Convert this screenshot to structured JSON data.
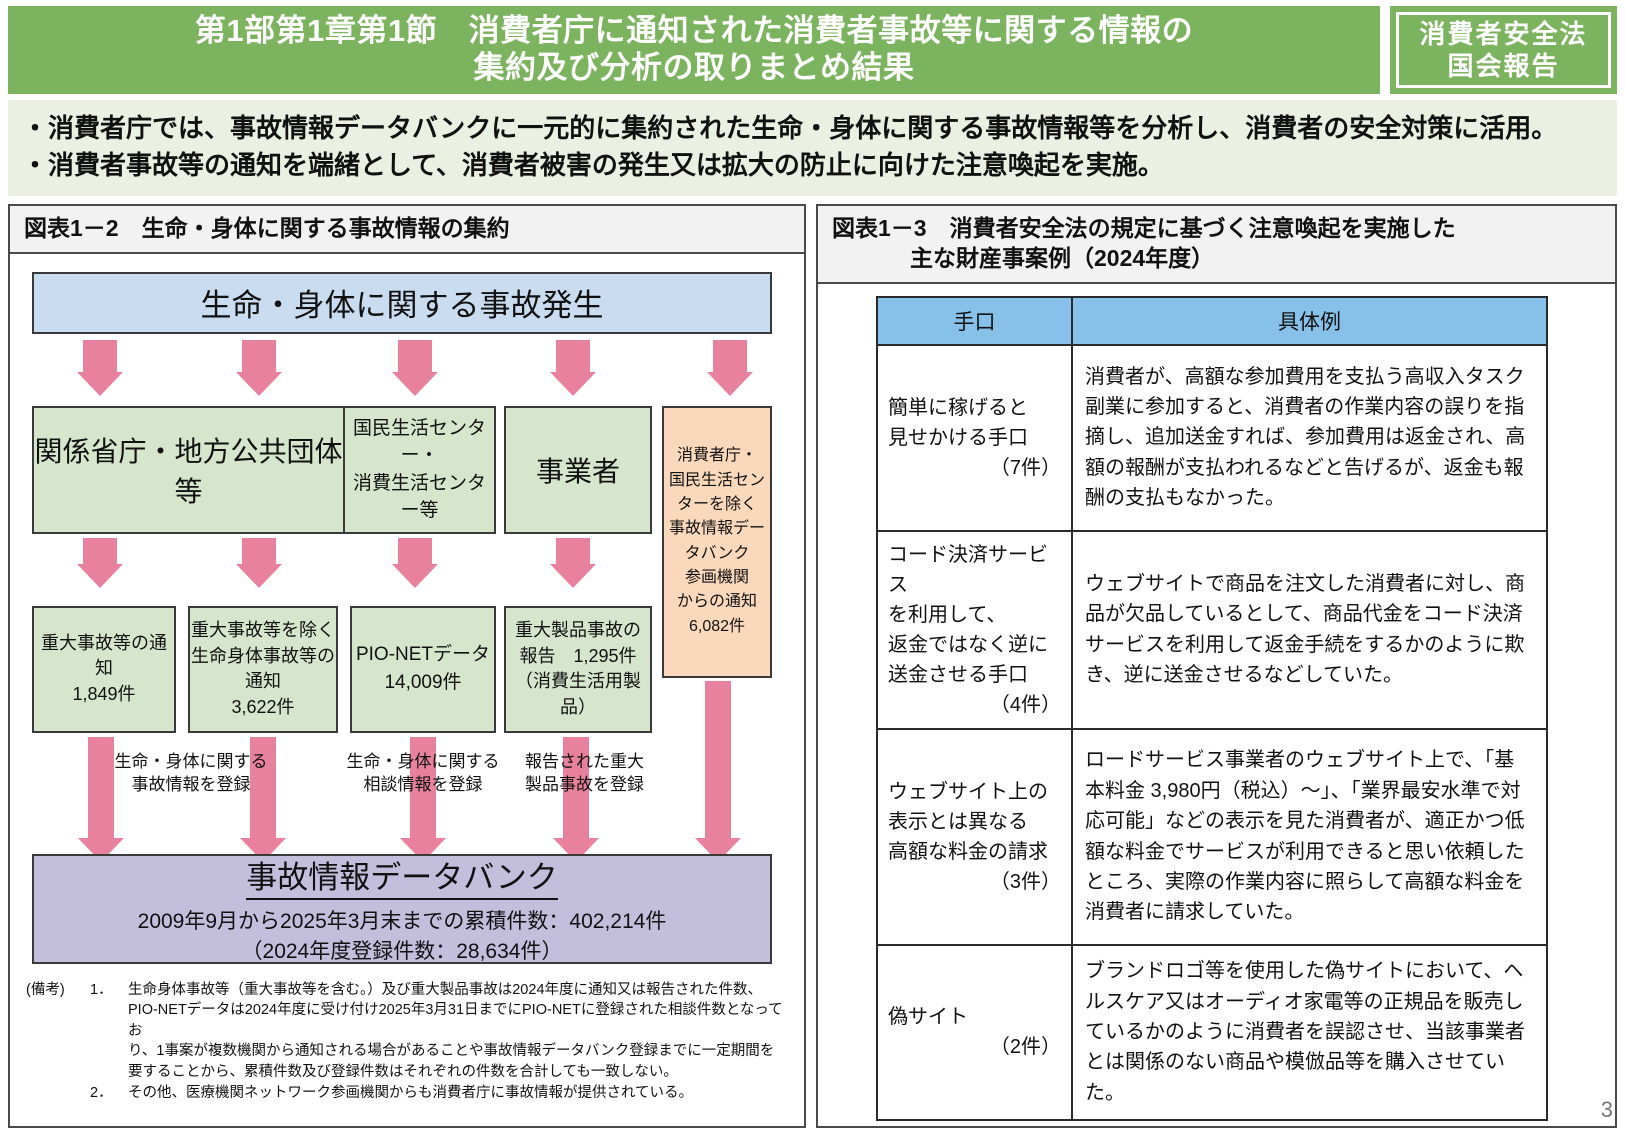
{
  "header": {
    "title_line1": "第1部第1章第1節　消費者庁に通知された消費者事故等に関する情報の",
    "title_line2": "集約及び分析の取りまとめ結果",
    "badge_line1": "消費者安全法",
    "badge_line2": "国会報告",
    "band_color": "#7cb35e"
  },
  "lead": {
    "bullet1": "・消費者庁では、事故情報データバンクに一元的に集約された生命・身体に関する事故情報等を分析し、消費者の安全対策に活用。",
    "bullet2": "・消費者事故等の通知を端緒として、消費者被害の発生又は拡大の防止に向けた注意喚起を実施。"
  },
  "figure_left": {
    "heading": "図表1－2　生命・身体に関する事故情報の集約",
    "top_box": "生命・身体に関する事故発生",
    "sources": [
      "関係省庁・地方公共団体等",
      "国民生活センター・\n消費生活センター等",
      "事業者"
    ],
    "source_side": "消費者庁・\n国民生活センターを除く\n事故情報データバンク\n参画機関\nからの通知\n6,082件",
    "counts": [
      {
        "label": "重大事故等の通知",
        "value": "1,849件"
      },
      {
        "label": "重大事故等を除く\n生命身体事故等の通知",
        "value": "3,622件"
      },
      {
        "label": "PIO-NETデータ",
        "value": "14,009件"
      },
      {
        "label": "重大製品事故の\n報告　1,295件",
        "value": "（消費生活用製品）"
      }
    ],
    "flow_labels": [
      "生命・身体に関する\n事故情報を登録",
      "生命・身体に関する\n相談情報を登録",
      "報告された重大\n製品事故を登録"
    ],
    "databank": {
      "title": "事故情報データバンク",
      "line1": "2009年9月から2025年3月末までの累積件数：402,214件",
      "line2": "（2024年度登録件数：28,634件）"
    },
    "notes": {
      "label": "(備考)",
      "n1_num": "1．",
      "n1_l1": "生命身体事故等（重大事故等を含む。）及び重大製品事故は2024年度に通知又は報告された件数、",
      "n1_l2": "PIO-NETデータは2024年度に受け付け2025年3月31日までにPIO-NETに登録された相談件数となってお",
      "n1_l3": "り、1事案が複数機関から通知される場合があることや事故情報データバンク登録までに一定期間を",
      "n1_l4": "要することから、累積件数及び登録件数はそれぞれの件数を合計しても一致しない。",
      "n2_num": "2．",
      "n2_l1": "その他、医療機関ネットワーク参画機関からも消費者庁に事故情報が提供されている。"
    }
  },
  "figure_right": {
    "heading_line1": "図表1－3　消費者安全法の規定に基づく注意喚起を実施した",
    "heading_line2": "主な財産事案例（2024年度）",
    "columns": [
      "手口",
      "具体例"
    ],
    "rows": [
      {
        "method": "簡単に稼げると\n見せかける手口",
        "count": "（7件）",
        "example": "消費者が、高額な参加費用を支払う高収入タスク副業に参加すると、消費者の作業内容の誤りを指摘し、追加送金すれば、参加費用は返金され、高額の報酬が支払われるなどと告げるが、返金も報酬の支払もなかった。"
      },
      {
        "method": "コード決済サービス\nを利用して、\n返金ではなく逆に\n送金させる手口",
        "count": "（4件）",
        "example": "ウェブサイトで商品を注文した消費者に対し、商品が欠品しているとして、商品代金をコード決済サービスを利用して返金手続をするかのように欺き、逆に送金させるなどしていた。"
      },
      {
        "method": "ウェブサイト上の\n表示とは異なる\n高額な料金の請求",
        "count": "（3件）",
        "example": "ロードサービス事業者のウェブサイト上で、「基本料金 3,980円（税込）～」、「業界最安水準で対応可能」などの表示を見た消費者が、適正かつ低額な料金でサービスが利用できると思い依頼したところ、実際の作業内容に照らして高額な料金を消費者に請求していた。"
      },
      {
        "method": "偽サイト",
        "count": "（2件）",
        "example": "ブランドロゴ等を使用した偽サイトにおいて、ヘルスケア又はオーディオ家電等の正規品を販売しているかのように消費者を誤認させ、当該事業者とは関係のない商品や模倣品等を購入させていた。"
      }
    ]
  },
  "page_number": "3"
}
